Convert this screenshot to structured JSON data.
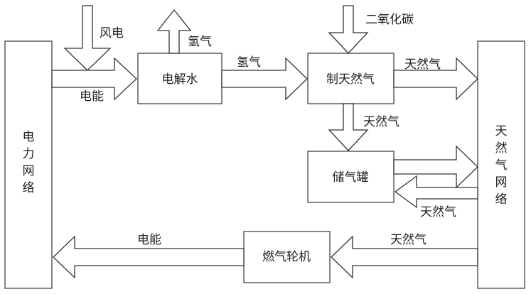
{
  "nodes": {
    "power_grid": "电力网络",
    "gas_grid": "天然气网络",
    "electrolysis": "电解水",
    "methanation": "制天然气",
    "gas_tank": "储气罐",
    "gas_turbine": "燃气轮机"
  },
  "edges": {
    "wind_power": "风电",
    "electric_energy_in": "电能",
    "hydrogen_out": "氢气",
    "hydrogen": "氢气",
    "carbon_dioxide": "二氧化碳",
    "natural_gas_to_grid": "天然气",
    "natural_gas_to_tank": "天然气",
    "natural_gas_from_grid_to_tank": "天然气",
    "natural_gas_to_turbine": "天然气",
    "electric_energy_out": "电能"
  }
}
